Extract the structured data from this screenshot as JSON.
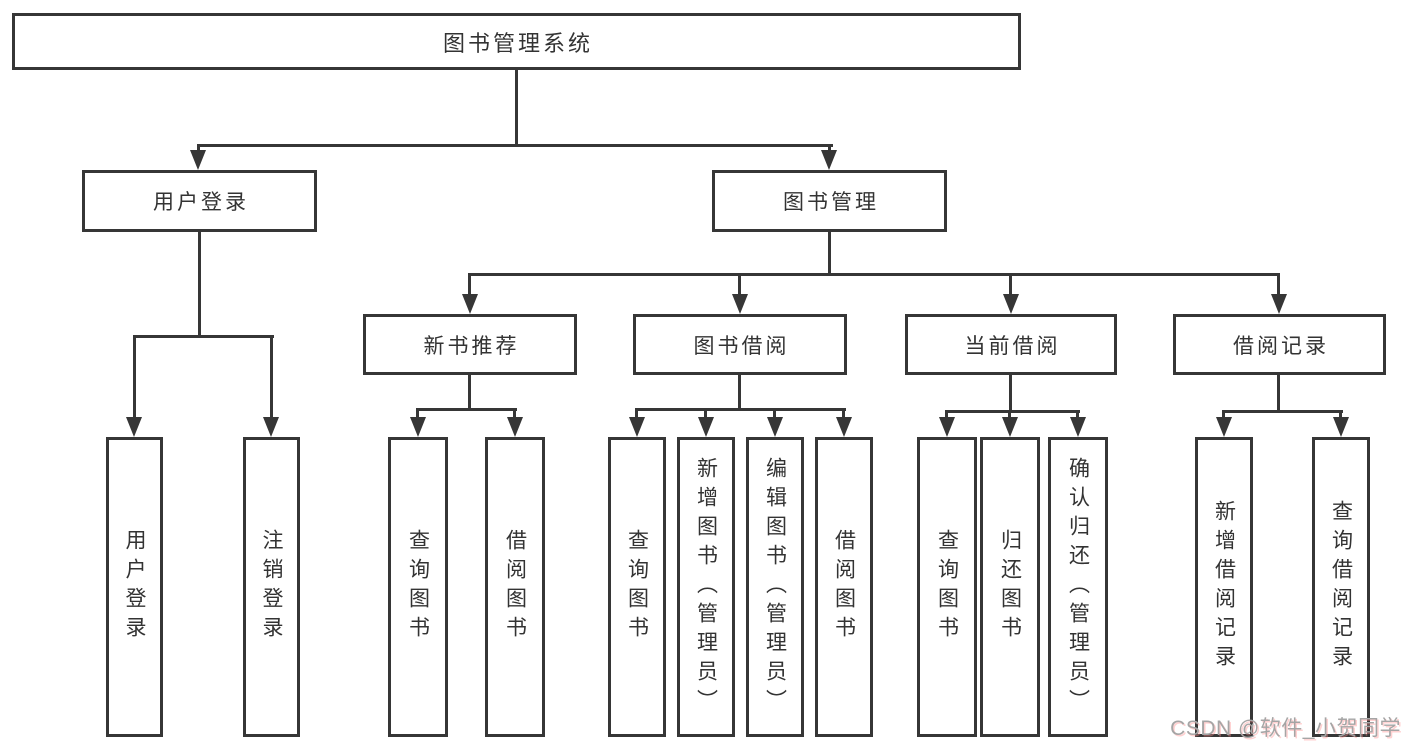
{
  "diagram": {
    "root": {
      "label": "图书管理系统"
    },
    "level2": {
      "user_login": {
        "label": "用户登录"
      },
      "book_management": {
        "label": "图书管理"
      }
    },
    "level3": {
      "new_book_recommend": {
        "label": "新书推荐"
      },
      "book_borrowing": {
        "label": "图书借阅"
      },
      "current_borrowing": {
        "label": "当前借阅"
      },
      "borrowing_records": {
        "label": "借阅记录"
      }
    },
    "leaves": {
      "user_login_action": {
        "label": "用户登录"
      },
      "logout_action": {
        "label": "注销登录"
      },
      "query_books_recommend": {
        "label": "查询图书"
      },
      "borrow_books_recommend": {
        "label": "借阅图书"
      },
      "query_books_borrowing": {
        "label": "查询图书"
      },
      "add_books_admin": {
        "label": "新增图书（管理员）"
      },
      "edit_books_admin": {
        "label": "编辑图书（管理员）"
      },
      "borrow_books_borrowing": {
        "label": "借阅图书"
      },
      "query_books_current": {
        "label": "查询图书"
      },
      "return_books": {
        "label": "归还图书"
      },
      "confirm_return_admin": {
        "label": "确认归还（管理员）"
      },
      "add_borrow_record": {
        "label": "新增借阅记录"
      },
      "query_borrow_record": {
        "label": "查询借阅记录"
      }
    }
  },
  "watermark": {
    "text": "CSDN @软件_小贺同学"
  },
  "colors": {
    "line": "#363636",
    "text": "#333333",
    "watermark": "#a5a5a5",
    "background": "#ffffff"
  }
}
